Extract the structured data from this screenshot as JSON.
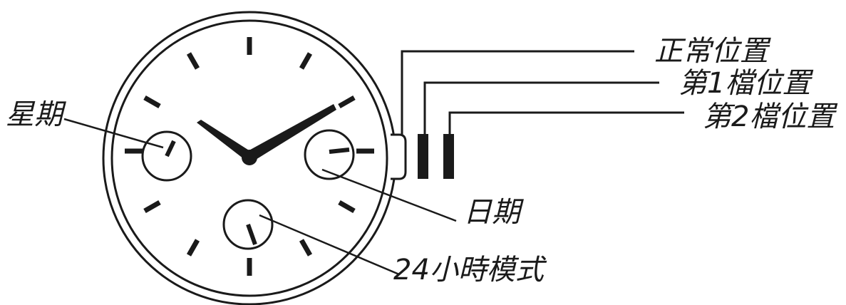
{
  "labels": {
    "weekday": "星期",
    "date": "日期",
    "mode_24h": "24小時模式",
    "crown_normal": "正常位置",
    "crown_pos1": "第1檔位置",
    "crown_pos2": "第2檔位置"
  },
  "icons": {
    "watch": "watch-face-icon",
    "crown": "crown-icon"
  },
  "colors": {
    "ink": "#1a1a1a",
    "background": "#ffffff"
  }
}
